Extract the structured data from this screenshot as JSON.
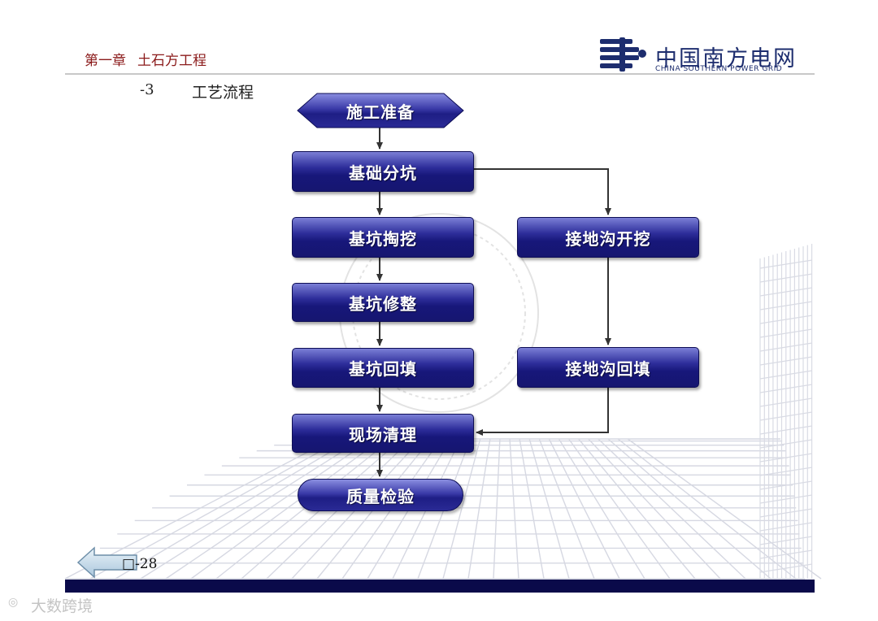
{
  "header": {
    "chapter_label": "第一章",
    "chapter_title": "土石方工程",
    "section_number": "-3",
    "section_title": "工艺流程",
    "logo_text": "中国南方电网",
    "logo_subtitle": "CHINA SOUTHERN POWER GRID"
  },
  "flowchart": {
    "start": "施工准备",
    "steps": [
      "基础分坑",
      "基坑掏挖",
      "基坑修整",
      "基坑回填",
      "现场清理"
    ],
    "branch": [
      "接地沟开挖",
      "接地沟回填"
    ],
    "end": "质量检验"
  },
  "footer": {
    "page_number": "□-28",
    "watermark": "大数跨境"
  },
  "colors": {
    "node_fill": "#1e1e85",
    "chapter_text": "#8b1a1a",
    "footer_bar": "#0a0a4a",
    "logo": "#1d2d6e"
  }
}
